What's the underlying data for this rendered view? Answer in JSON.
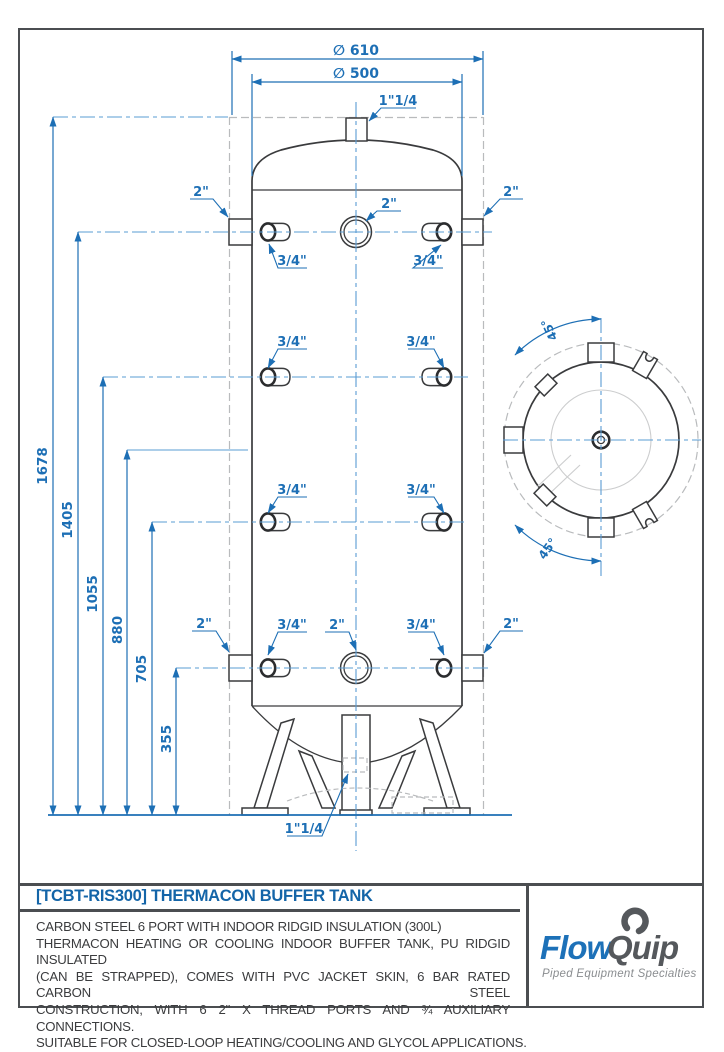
{
  "colors": {
    "dimension_blue": "#1d6fb5",
    "centerline_blue": "#5a9cd3",
    "drawing_dark": "#3a3b3d",
    "hidden_gray": "#b9bbbd",
    "title_blue": "#1465a8",
    "logo_blue": "#1d71b8",
    "logo_gray": "#55585c"
  },
  "drawing": {
    "diameter_outer_label": "∅ 610",
    "diameter_inner_label": "∅ 500",
    "top_port_label": "1\"1/4",
    "bottom_port_label": "1\"1/4",
    "height_labels": [
      "1678",
      "1405",
      "1055",
      "880",
      "705",
      "355"
    ],
    "port_label_2in": "2\"",
    "port_label_34in": "3/4\"",
    "angle_label": "45°"
  },
  "title_block": {
    "title": "[TCBT-RIS300] THERMACON BUFFER TANK",
    "description_lines": [
      "CARBON STEEL 6 PORT WITH INDOOR RIDGID INSULATION (300L)",
      "THERMACON HEATING OR COOLING INDOOR BUFFER TANK, PU RIDGID INSULATED",
      "(CAN BE STRAPPED), COMES WITH PVC JACKET SKIN, 6 BAR RATED CARBON STEEL",
      "CONSTRUCTION, WITH 6 2\" X THREAD PORTS AND ¾ AUXILIARY CONNECTIONS.",
      "SUITABLE FOR CLOSED-LOOP HEATING/COOLING AND GLYCOL APPLICATIONS."
    ],
    "logo": {
      "flow": "Flow",
      "quip": "Quip",
      "tagline": "Piped Equipment Specialties"
    }
  }
}
